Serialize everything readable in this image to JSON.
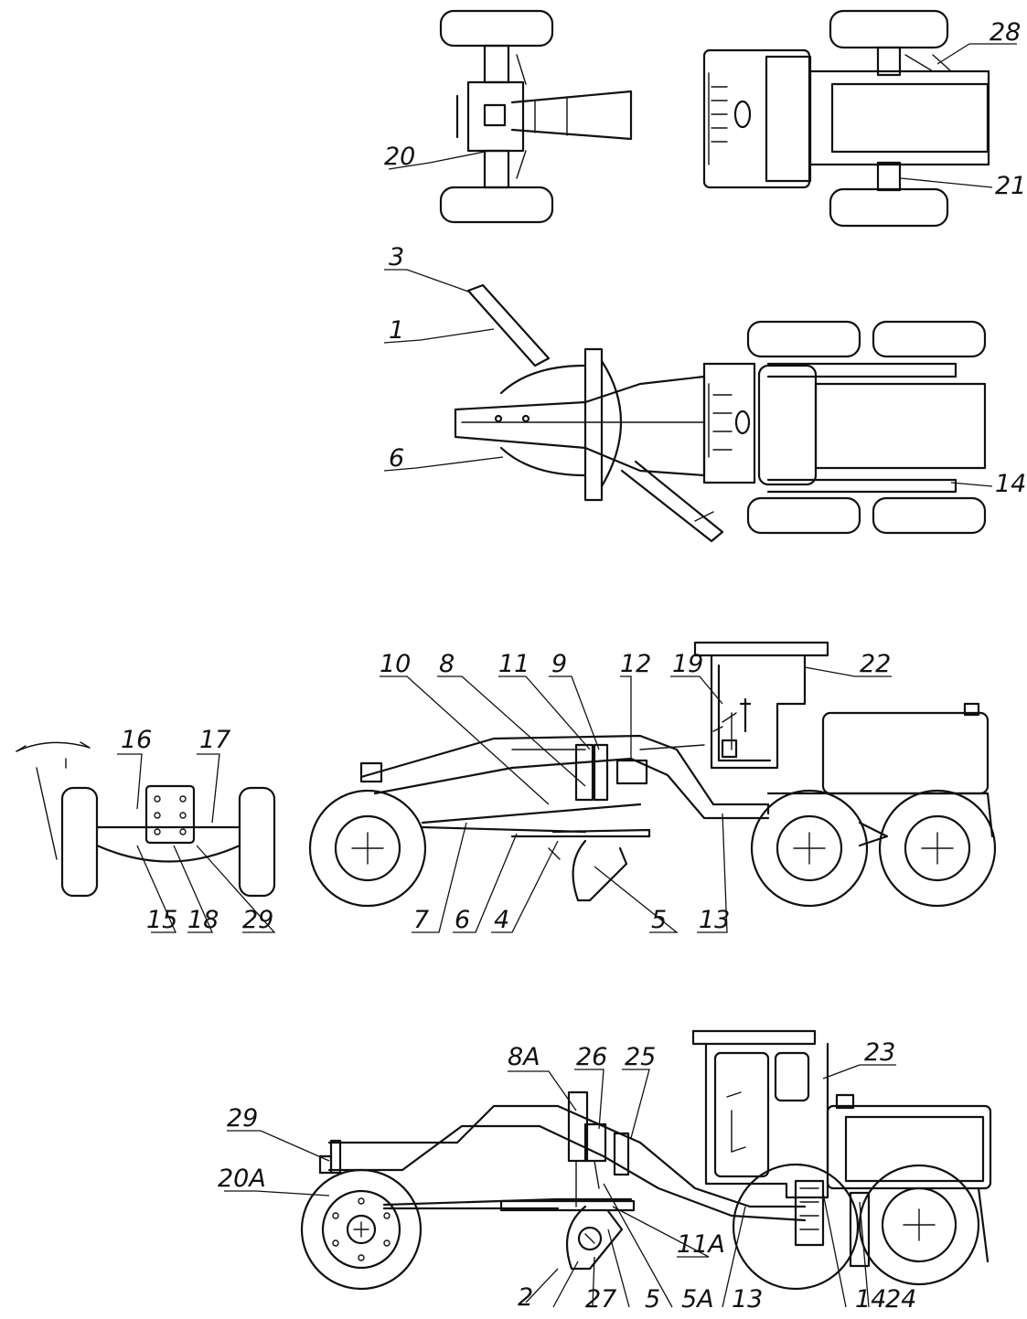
{
  "labels": {
    "l1": "1",
    "l2": "2",
    "l3": "3",
    "l4": "4",
    "l5": "5",
    "l5b": "5",
    "l5A": "5A",
    "l6": "6",
    "l6b": "6",
    "l7": "7",
    "l8": "8",
    "l8A": "8A",
    "l9": "9",
    "l10": "10",
    "l11": "11",
    "l11A": "11A",
    "l12": "12",
    "l13": "13",
    "l13b": "13",
    "l14": "14",
    "l14b": "14",
    "l15": "15",
    "l16": "16",
    "l17": "17",
    "l18": "18",
    "l19": "19",
    "l20": "20",
    "l20A": "20A",
    "l21": "21",
    "l22": "22",
    "l23": "23",
    "l24": "24",
    "l25": "25",
    "l26": "26",
    "l27": "27",
    "l28": "28",
    "l29": "29",
    "l29b": "29"
  }
}
